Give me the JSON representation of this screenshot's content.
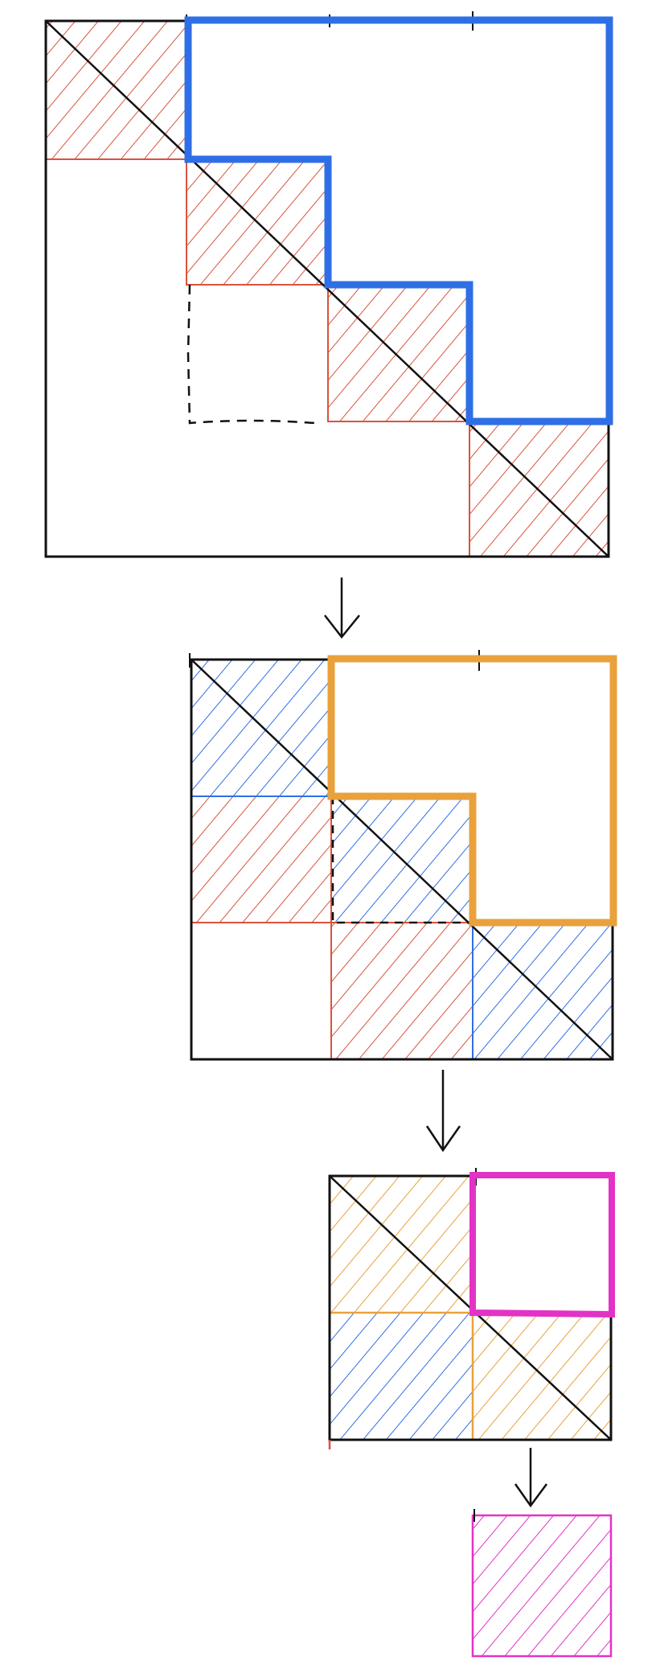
{
  "title": "",
  "colors": {
    "ink": "#111111",
    "red": "#d9533d",
    "blue": "#2f6fe6",
    "orange": "#e9a13c",
    "magenta": "#e233c6",
    "background": "#ffffff"
  },
  "diagram": {
    "steps": [
      {
        "name": "step-1",
        "grid": 4,
        "hatch": "red",
        "highlight": "blue"
      },
      {
        "name": "step-2",
        "grid": 3,
        "hatch": "blue",
        "highlight": "orange"
      },
      {
        "name": "step-3",
        "grid": 2,
        "hatch": "orange",
        "highlight": "magenta"
      },
      {
        "name": "step-4",
        "grid": 1,
        "hatch": "magenta",
        "highlight": ""
      }
    ],
    "transitions": 3
  }
}
